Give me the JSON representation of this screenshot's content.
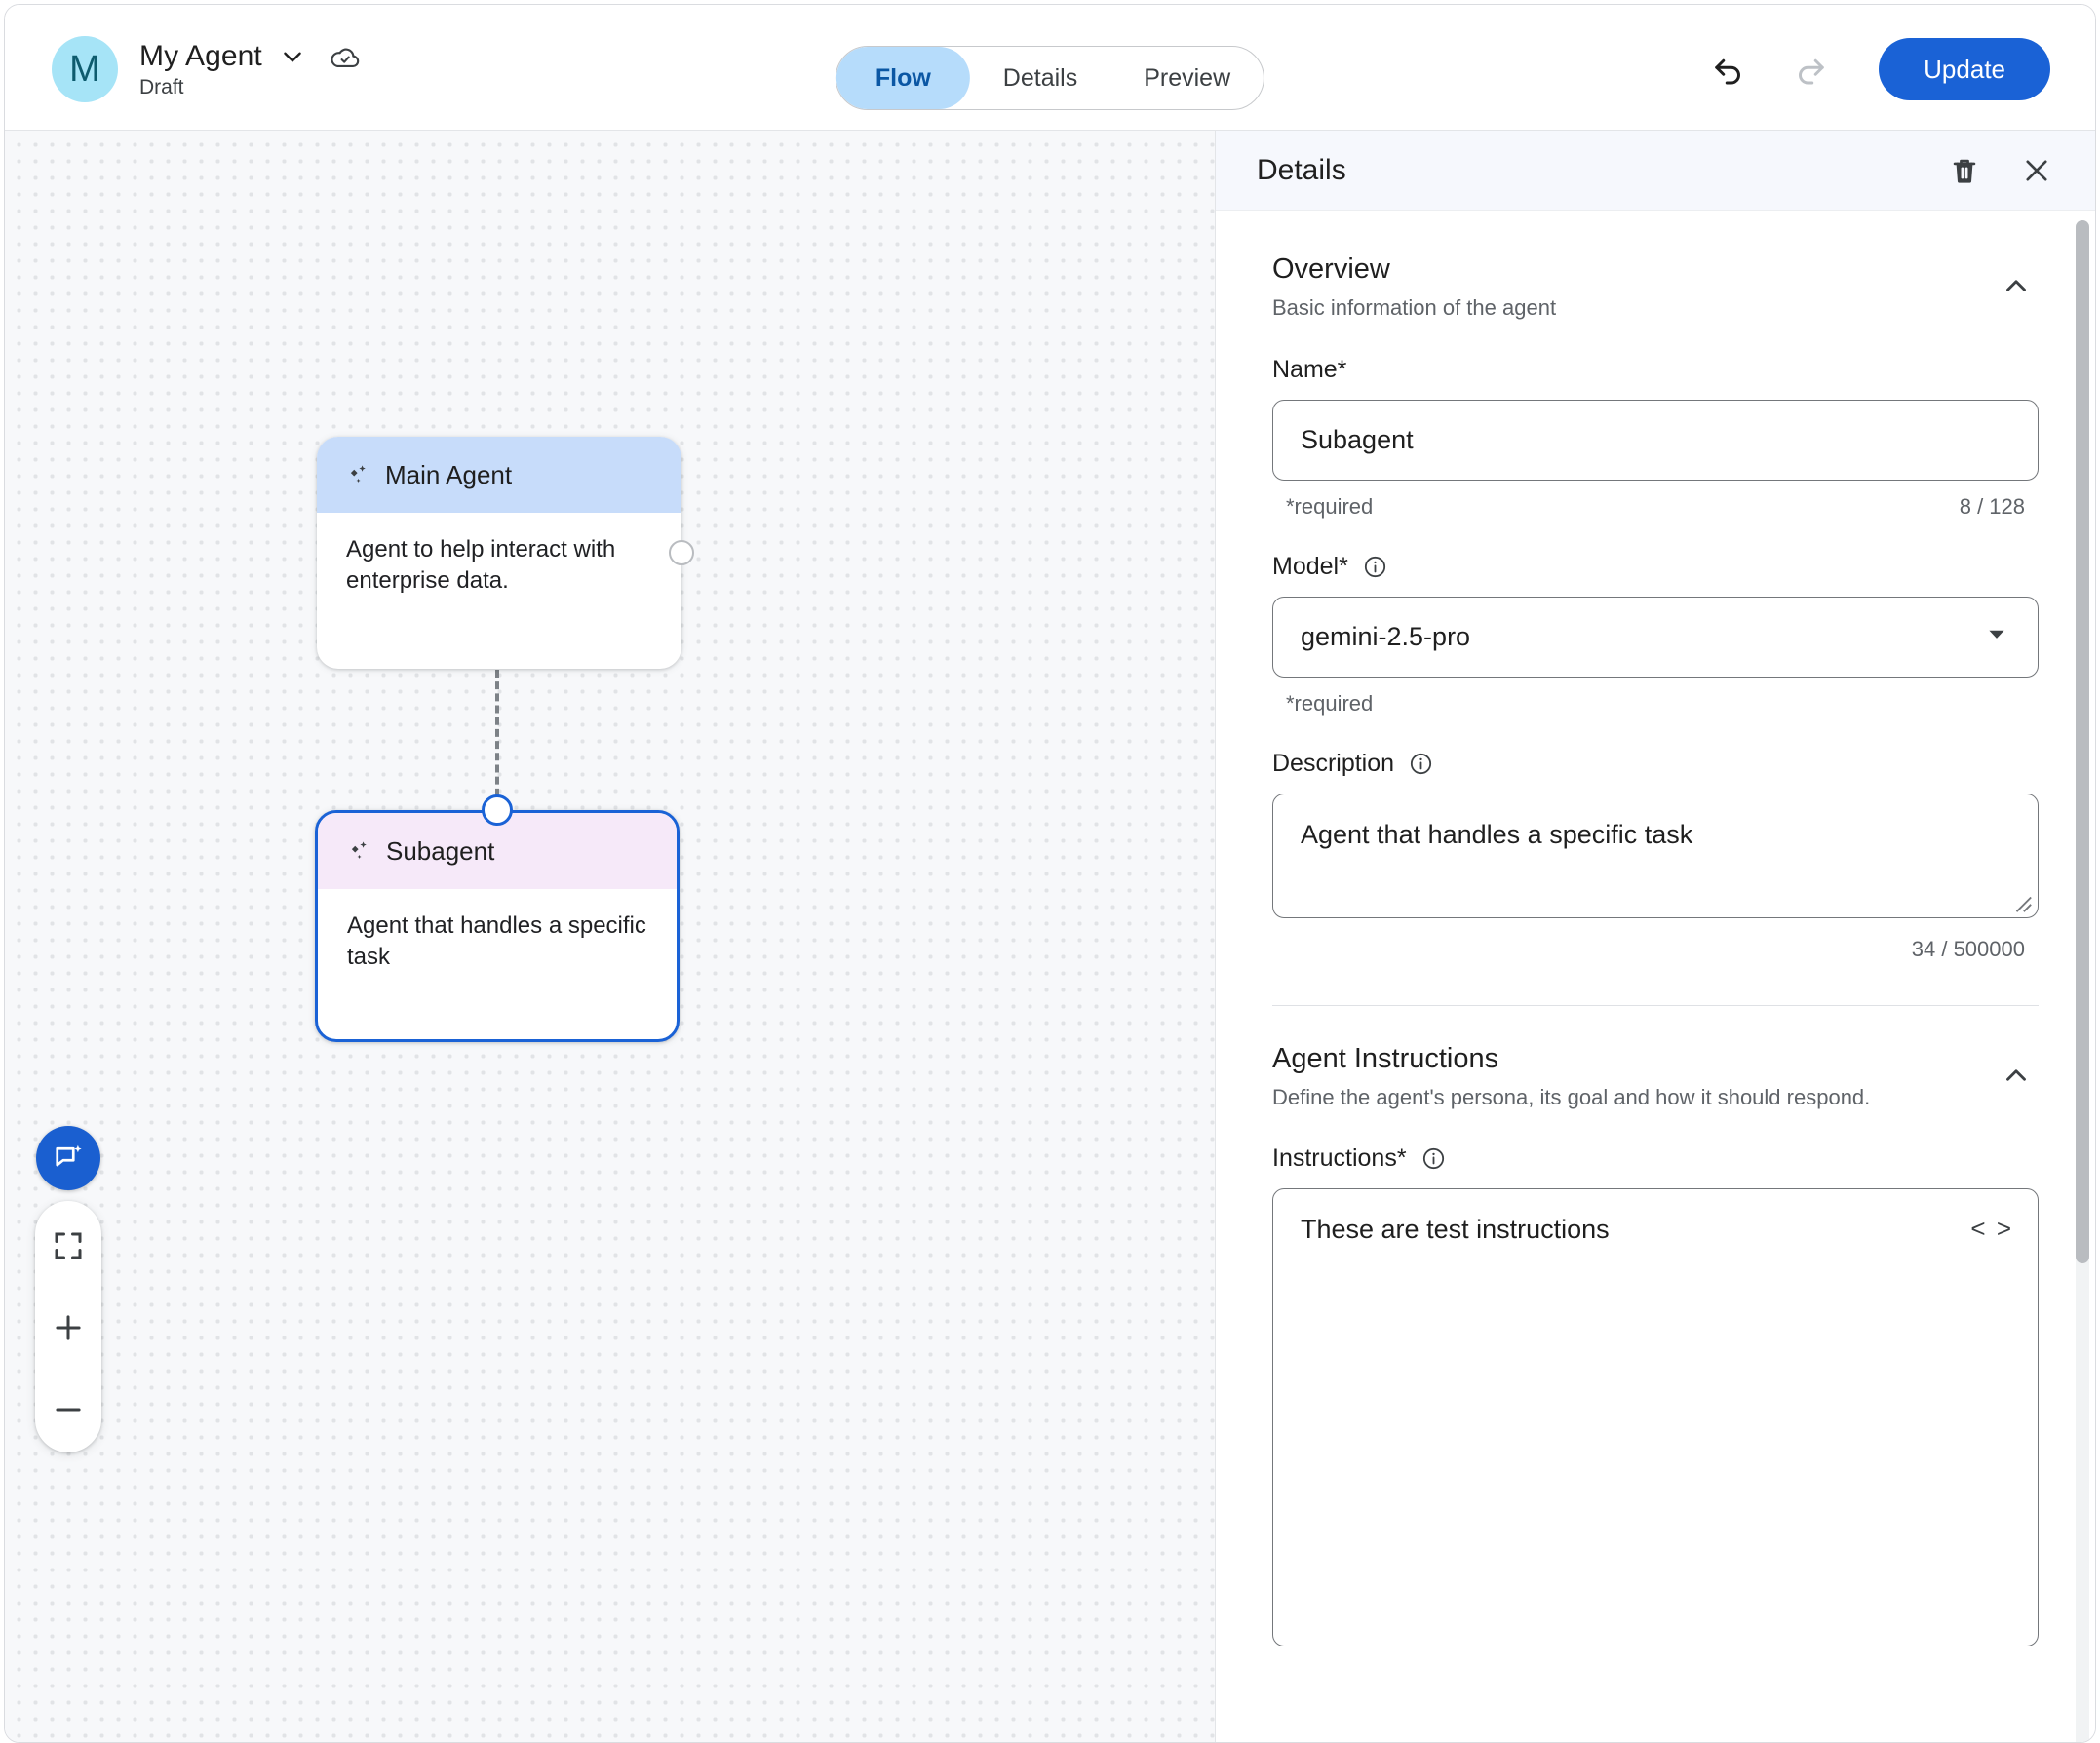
{
  "header": {
    "avatar_letter": "M",
    "agent_name": "My Agent",
    "status": "Draft",
    "dropdown_icon": "chevron-down-icon",
    "saved_icon": "cloud-done-icon",
    "tabs": [
      {
        "label": "Flow",
        "active": true
      },
      {
        "label": "Details",
        "active": false
      },
      {
        "label": "Preview",
        "active": false
      }
    ],
    "undo_icon": "undo-icon",
    "redo_icon": "redo-icon",
    "update_label": "Update"
  },
  "canvas": {
    "nodes": [
      {
        "title": "Main Agent",
        "description": "Agent to help interact with enterprise data.",
        "header_color": "#c7dcfa",
        "selected": false
      },
      {
        "title": "Subagent",
        "description": "Agent that handles a specific task",
        "header_color": "#f6e9f9",
        "selected": true
      }
    ],
    "controls": {
      "assistant_icon": "chat-sparkle-icon",
      "fit_icon": "fit-to-screen-icon",
      "zoom_in_icon": "plus-icon",
      "zoom_out_icon": "minus-icon"
    }
  },
  "panel": {
    "title": "Details",
    "delete_icon": "trash-icon",
    "close_icon": "close-icon",
    "overview": {
      "title": "Overview",
      "subtitle": "Basic information of the agent",
      "collapse_icon": "chevron-up-icon",
      "name": {
        "label": "Name*",
        "value": "Subagent",
        "hint": "*required",
        "counter": "8 / 128"
      },
      "model": {
        "label": "Model*",
        "info_icon": "info-icon",
        "value": "gemini-2.5-pro",
        "hint": "*required",
        "caret_icon": "dropdown-caret-icon"
      },
      "description": {
        "label": "Description",
        "info_icon": "info-icon",
        "value": "Agent that handles a specific task",
        "counter": "34 / 500000"
      }
    },
    "instructions_section": {
      "title": "Agent Instructions",
      "subtitle": "Define the agent's persona, its goal and how it should respond.",
      "collapse_icon": "chevron-up-icon",
      "instructions": {
        "label": "Instructions*",
        "info_icon": "info-icon",
        "value": "These are test instructions",
        "code_icon": "code-brackets-icon"
      }
    }
  },
  "colors": {
    "accent_blue": "#1a62d6",
    "tab_active_bg": "#b6dcfb",
    "tab_active_text": "#0b57a4",
    "avatar_bg": "#a6e4f7",
    "main_node_header": "#c7dcfa",
    "sub_node_header": "#f6e9f9",
    "canvas_bg": "#f7f8fa",
    "panel_header_bg": "#f6f8fd"
  }
}
